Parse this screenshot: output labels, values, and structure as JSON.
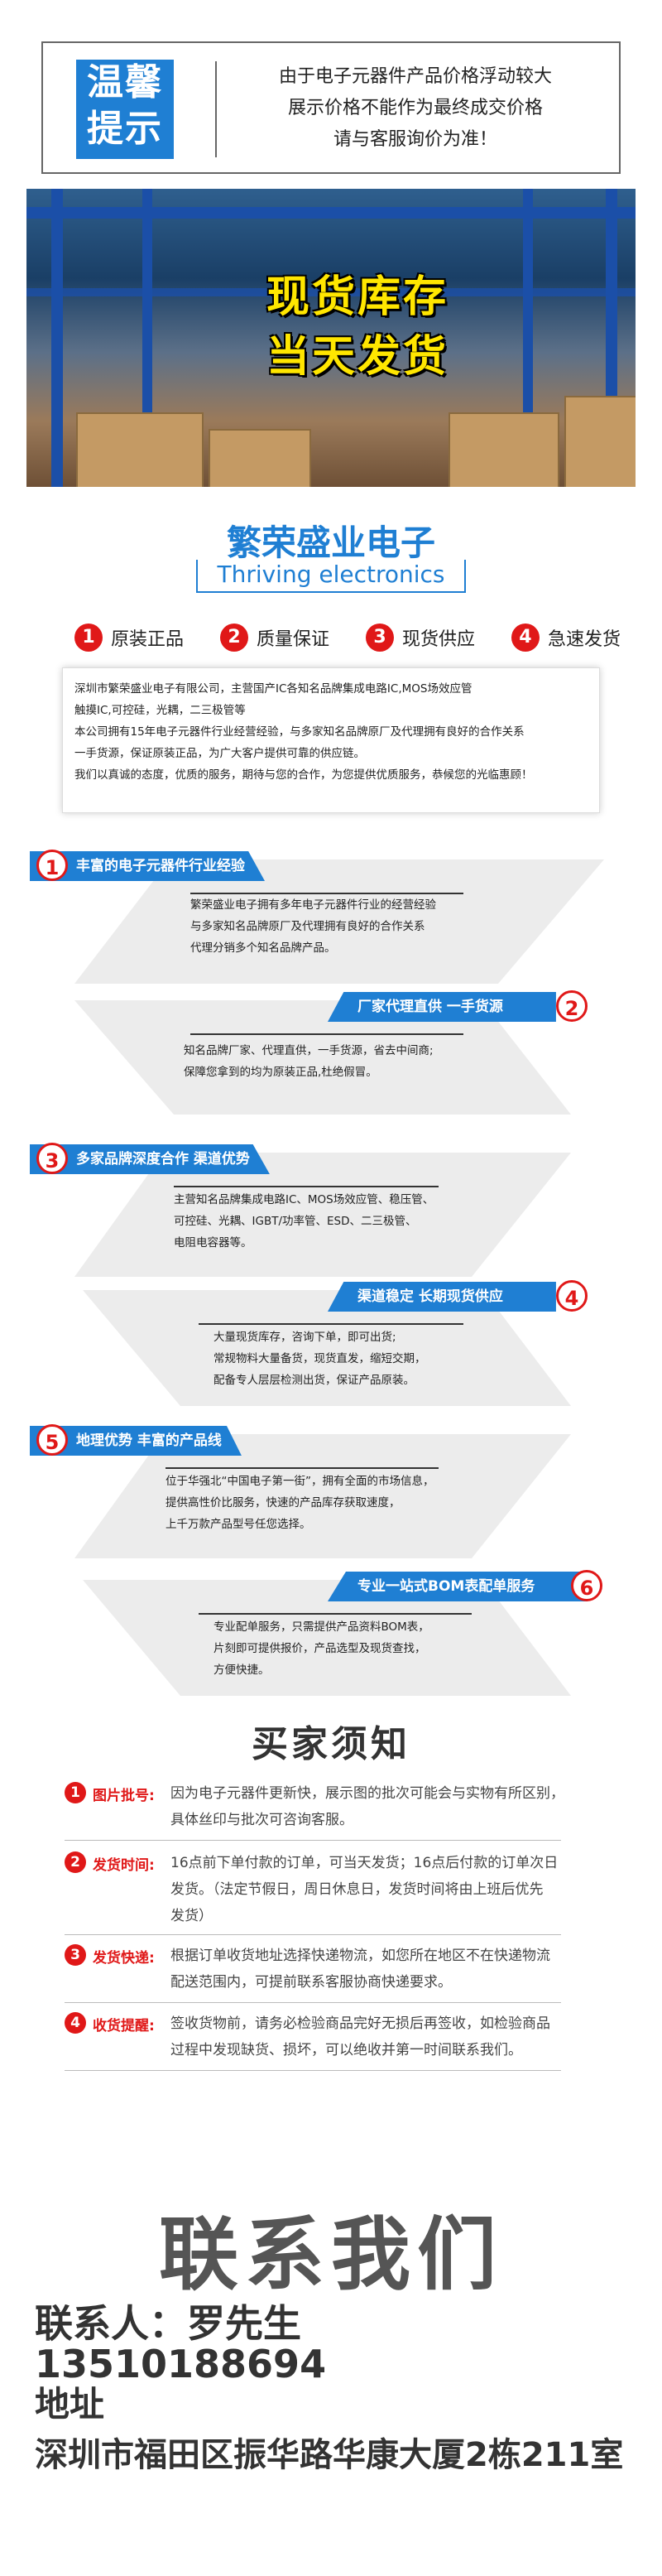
{
  "notice": {
    "badge": [
      "温馨",
      "提示"
    ],
    "lines": [
      "由于电子元器件产品价格浮动较大",
      "展示价格不能作为最终成交价格",
      "请与客服询价为准！"
    ]
  },
  "banner": {
    "lines": [
      "现货库存",
      "当天发货"
    ]
  },
  "brand": {
    "title": "繁荣盛业电子",
    "subtitle": "Thriving electronics",
    "features": [
      {
        "num": "1",
        "label": "原装正品"
      },
      {
        "num": "2",
        "label": "质量保证"
      },
      {
        "num": "3",
        "label": "现货供应"
      },
      {
        "num": "4",
        "label": "急速发货"
      }
    ],
    "intro": [
      "深圳市繁荣盛业电子有限公司，主营国产IC各知名品牌集成电路IC,MOS场效应管",
      "触摸IC,可控硅，光耦，二三极管等",
      "本公司拥有15年电子元器件行业经营经验，与多家知名品牌原厂及代理拥有良好的合作关系",
      "一手货源，保证原装正品，为广大客户提供可靠的供应链。",
      "我们以真诚的态度，优质的服务，期待与您的合作，为您提供优质服务，恭候您的光临惠顾！"
    ]
  },
  "advantages": [
    {
      "num": "1",
      "title": "丰富的电子元器件行业经验",
      "lines": [
        "繁荣盛业电子拥有多年电子元器件行业的经营经验",
        "与多家知名品牌原厂及代理拥有良好的合作关系",
        "代理分销多个知名品牌产品。"
      ]
    },
    {
      "num": "2",
      "title": "厂家代理直供 一手货源",
      "lines": [
        "知名品牌厂家、代理直供，一手货源，省去中间商;",
        "保障您拿到的均为原装正品,杜绝假冒。"
      ]
    },
    {
      "num": "3",
      "title": "多家品牌深度合作 渠道优势",
      "lines": [
        "主营知名品牌集成电路IC、MOS场效应管、稳压管、",
        "可控硅、光耦、IGBT/功率管、ESD、二三极管、",
        "电阻电容器等。"
      ]
    },
    {
      "num": "4",
      "title": "渠道稳定 长期现货供应",
      "lines": [
        "大量现货库存，咨询下单，即可出货;",
        "常规物料大量备货，现货直发，缩短交期，",
        "配备专人层层检测出货，保证产品原装。"
      ]
    },
    {
      "num": "5",
      "title": "地理优势 丰富的产品线",
      "lines": [
        "位于华强北“中国电子第一街”，拥有全面的市场信息，",
        "提供高性价比服务，快速的产品库存获取速度，",
        "上千万款产品型号任您选择。"
      ]
    },
    {
      "num": "6",
      "title": "专业一站式BOM表配单服务",
      "lines": [
        "专业配单服务，只需提供产品资料BOM表，",
        "片刻即可提供报价，产品选型及现货查找，",
        "方便快捷。"
      ]
    }
  ],
  "buyer": {
    "title": "买家须知",
    "items": [
      {
        "num": "1",
        "head": "图片批号:",
        "lines": [
          "因为电子元器件更新快，展示图的批次可能会与实物有所区别，",
          "具体丝印与批次可咨询客服。"
        ]
      },
      {
        "num": "2",
        "head": "发货时间:",
        "lines": [
          "16点前下单付款的订单，可当天发货；16点后付款的订单次日",
          "发货。（法定节假日，周日休息日，发货时间将由上班后优先",
          "发货）"
        ]
      },
      {
        "num": "3",
        "head": "发货快递:",
        "lines": [
          "根据订单收货地址选择快递物流，如您所在地区不在快递物流",
          "配送范围内，可提前联系客服协商快递要求。"
        ]
      },
      {
        "num": "4",
        "head": "收货提醒:",
        "lines": [
          "签收货物前，请务必检验商品完好无损后再签收，如检验商品",
          "过程中发现缺货、损坏，可以绝收并第一时间联系我们。"
        ]
      }
    ]
  },
  "contact": {
    "title": "联系我们",
    "person": "联系人：罗先生",
    "phone": "13510188694",
    "address_label": "地址",
    "address": "深圳市福田区振华路华康大厦2栋211室"
  },
  "colors": {
    "brand_blue": "#1f7fd3",
    "accent_red": "#e01818",
    "banner_yellow": "#ffe600"
  }
}
